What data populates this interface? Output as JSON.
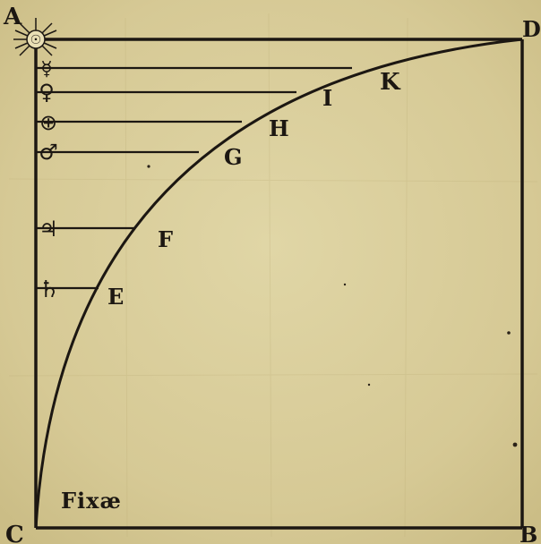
{
  "corners": {
    "top_left": "A",
    "top_right": "D",
    "bottom_left": "C",
    "bottom_right": "B"
  },
  "curve_points": [
    "E",
    "F",
    "G",
    "H",
    "I",
    "K"
  ],
  "planets": [
    {
      "name": "Mercury",
      "symbol": "☿"
    },
    {
      "name": "Venus",
      "symbol": "♀"
    },
    {
      "name": "Earth",
      "symbol": "⊕"
    },
    {
      "name": "Mars",
      "symbol": "♂"
    },
    {
      "name": "Jupiter",
      "symbol": "♃"
    },
    {
      "name": "Saturn",
      "symbol": "♄"
    }
  ],
  "sun_symbol": "☉",
  "bottom_label": "Fixæ",
  "colors": {
    "paper": "#d8cc9a",
    "ink": "#1c1712",
    "stain": "#c9bb84"
  }
}
